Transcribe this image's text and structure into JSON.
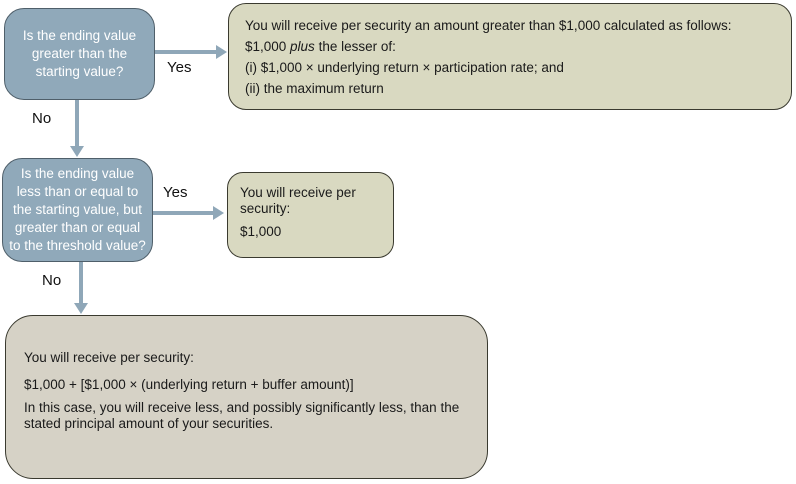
{
  "colors": {
    "decision_fill": "#90a9ba",
    "decision_border": "#4f5f6a",
    "result_fill": "#d9d9c1",
    "final_fill": "#d6d2c6",
    "result_border": "#3a3a2f",
    "arrow": "#8fa7b8",
    "decision_text": "#ffffff",
    "body_text": "#1a1a1a"
  },
  "labels": {
    "yes1": "Yes",
    "no1": "No",
    "yes2": "Yes",
    "no2": "No"
  },
  "decision1": {
    "text": "Is the ending value\ngreater than the\nstarting value?"
  },
  "decision2": {
    "text": "Is the ending value\nless than or equal to\nthe starting value, but\ngreater than or equal\nto the threshold value?"
  },
  "result_top": {
    "line1": "You will receive per security an amount greater than $1,000 calculated as follows:",
    "line2_pre": "$1,000 ",
    "line2_italic": "plus",
    "line2_post": " the lesser of:",
    "line3": "(i) $1,000 × underlying return × participation rate; and",
    "line4": "(ii) the maximum return"
  },
  "result_middle": {
    "line1": "You will receive per\nsecurity:",
    "line2": "$1,000"
  },
  "result_bottom": {
    "line1": "You will receive per security:",
    "line2": "$1,000 + [$1,000 × (underlying return + buffer amount)]",
    "line3": "In this case, you will receive less, and possibly significantly less, than the stated principal amount of your securities."
  }
}
